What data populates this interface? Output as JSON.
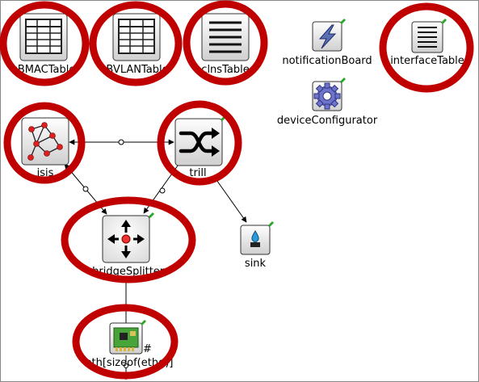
{
  "modules": [
    {
      "id": "bmac",
      "label": "cBMACTable",
      "icon": "table-icon",
      "highlighted": true
    },
    {
      "id": "bvlan",
      "label": "BVLANTable",
      "icon": "table-icon",
      "highlighted": true
    },
    {
      "id": "clns",
      "label": "clnsTable",
      "icon": "list-table-icon",
      "highlighted": true
    },
    {
      "id": "notif",
      "label": "notificationBoard",
      "icon": "lightning-icon",
      "highlighted": false
    },
    {
      "id": "iface",
      "label": "interfaceTable",
      "icon": "list-table-icon",
      "highlighted": true
    },
    {
      "id": "devcfg",
      "label": "deviceConfigurator",
      "icon": "gear-icon",
      "highlighted": false
    },
    {
      "id": "isis",
      "label": "isis",
      "icon": "network-graph-icon",
      "highlighted": true
    },
    {
      "id": "trill",
      "label": "trill",
      "icon": "crossing-arrows-icon",
      "highlighted": true
    },
    {
      "id": "splitter",
      "label": "rbridgeSplitter",
      "icon": "splitter-icon",
      "highlighted": true
    },
    {
      "id": "sink",
      "label": "sink",
      "icon": "sink-drop-icon",
      "highlighted": false
    },
    {
      "id": "eth",
      "label": "eth[sizeof(ethg)]",
      "icon": "network-card-icon",
      "highlighted": true
    }
  ],
  "eth_badge": "#",
  "connections": [
    {
      "from": "isis",
      "to": "trill"
    },
    {
      "from": "isis",
      "to": "splitter"
    },
    {
      "from": "trill",
      "to": "splitter"
    },
    {
      "from": "trill",
      "to": "sink"
    },
    {
      "from": "splitter",
      "to": "eth"
    }
  ],
  "colors": {
    "highlight_ring": "#c00000",
    "status_tick": "#2aa52a"
  }
}
